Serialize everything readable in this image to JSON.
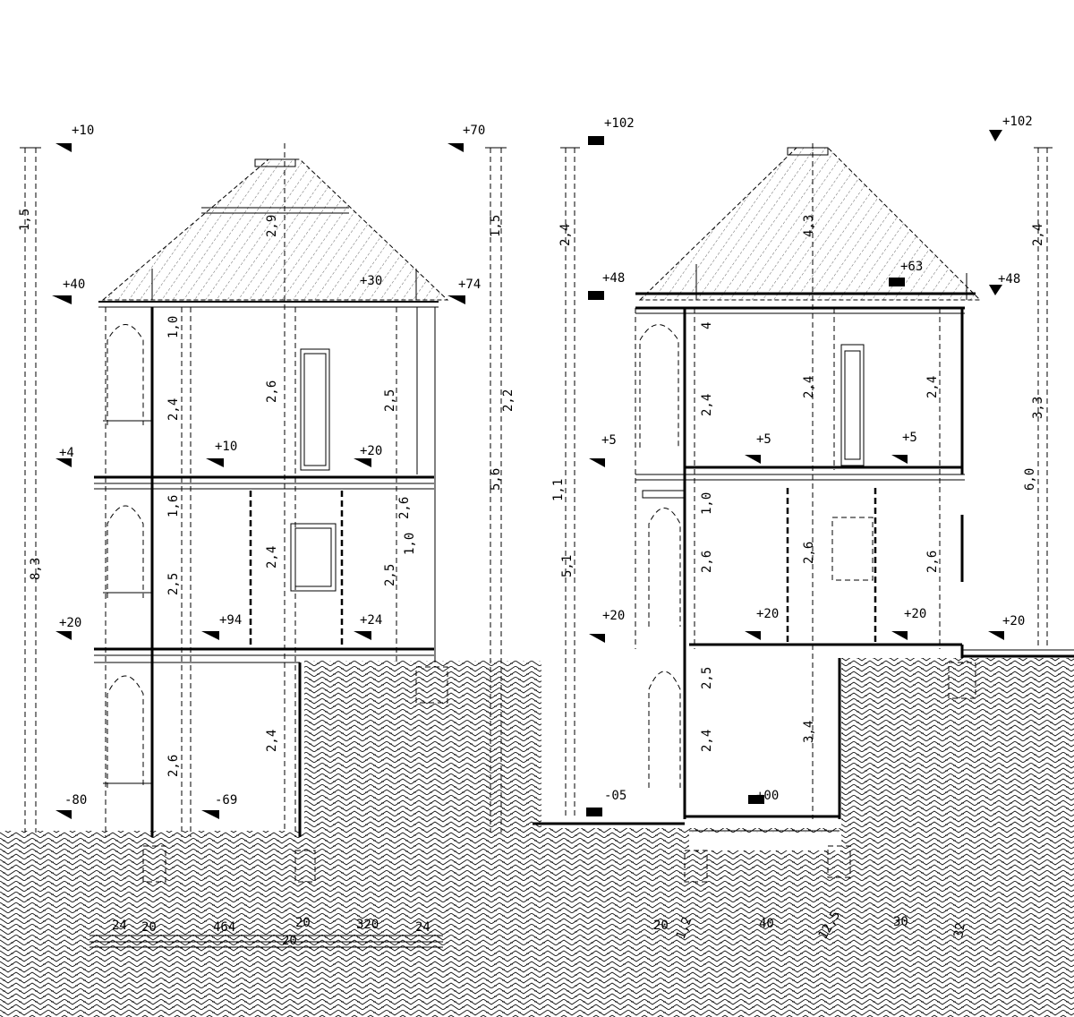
{
  "left_section": {
    "level_marks": [
      "+10",
      "+70",
      "+40",
      "+30",
      "+74",
      "+4",
      "+10",
      "+20",
      "+94",
      "+24",
      "+20",
      "-80",
      "-69"
    ],
    "vertical_dims": [
      "1,5",
      "8,3",
      "1,0",
      "1,6",
      "2,2",
      "2,6",
      "5,6",
      "1,5"
    ],
    "room_dims": [
      "2,9",
      "2,4",
      "2,6",
      "2,5",
      "2,5",
      "2,4",
      "2,5",
      "2,6",
      "1,0",
      "2,4"
    ],
    "bottom_dims": [
      "24",
      "20",
      "464",
      "20",
      "320",
      "24",
      "20"
    ]
  },
  "right_section": {
    "level_marks": [
      "+102",
      "+102",
      "+48",
      "+63",
      "+48",
      "+5",
      "+5",
      "+5",
      "+20",
      "+20",
      "+20",
      "+20",
      "-05",
      "+00"
    ],
    "vertical_dims": [
      "2,4",
      "2,4",
      "3,3",
      "1,1",
      "6,0",
      "5,1"
    ],
    "room_dims": [
      "4",
      "2,4",
      "4,3",
      "2,4",
      "2,4",
      "1,0",
      "2,6",
      "2,6",
      "2,6",
      "2,4",
      "3,4",
      "2,5"
    ],
    "bottom_dims": [
      "1,2",
      "20",
      "40",
      "12,5",
      "30",
      "32"
    ]
  }
}
